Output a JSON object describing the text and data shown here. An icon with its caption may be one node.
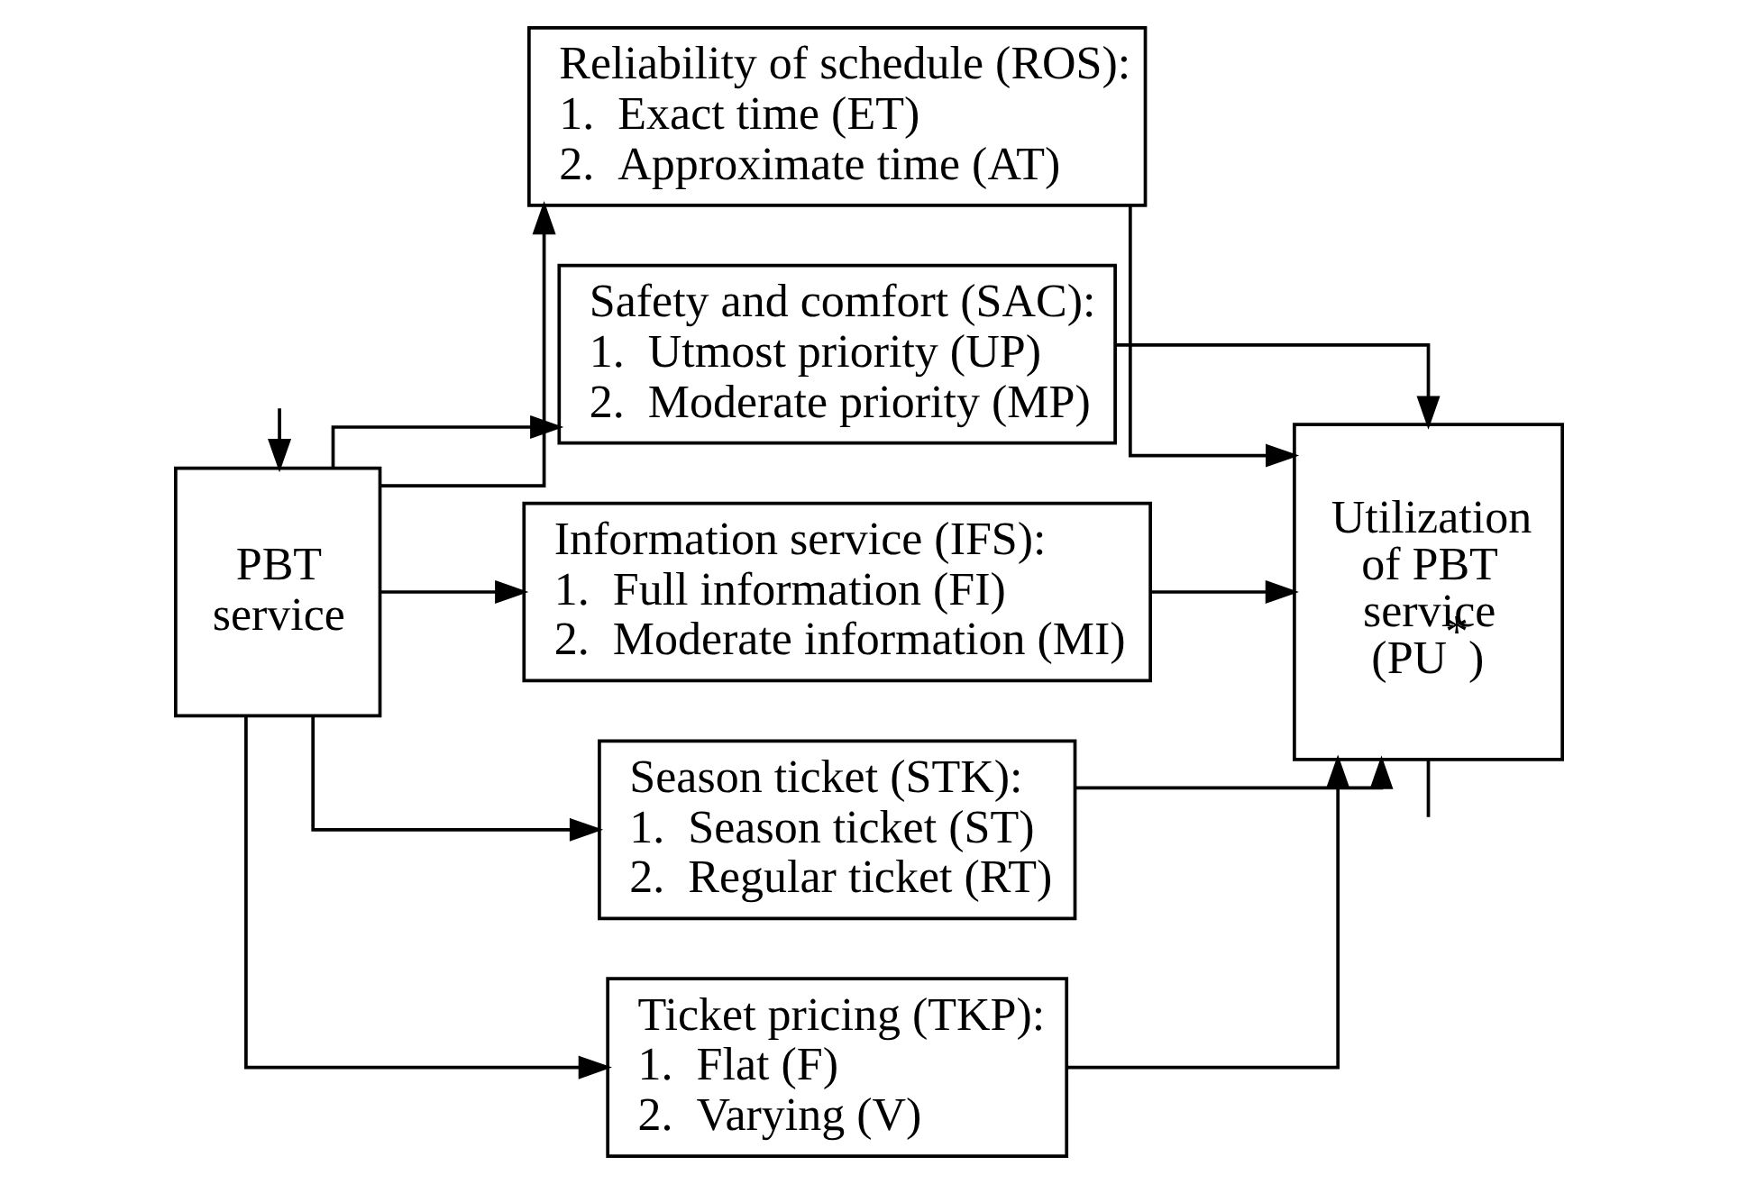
{
  "diagram": {
    "nodes": [
      {
        "text": [
          "PBT service"
        ]
      },
      {
        "text": [
          "Reliability of schedule (ROS):",
          "1.  Exact time (ET)",
          "2.  Approximate time (AT)"
        ]
      },
      {
        "text": [
          "Safety and comfort (SAC):",
          "1.  Utmost priority (UP)",
          "2.  Moderate priority (MP)"
        ]
      },
      {
        "text": [
          "Information service (IFS):",
          "1.  Full information (FI)",
          "2.  Moderate information (MI)"
        ]
      },
      {
        "text": [
          "Season ticket (STK):",
          "1.  Season ticket (ST)",
          "2.  Regular ticket (RT)"
        ]
      },
      {
        "text": [
          "Ticket pricing (TKP):",
          "1.  Flat (F)",
          "2.  Varying (V)"
        ]
      },
      {
        "text": [
          "Utilization of PBT service (PU$^{*}$)"
        ]
      }
    ],
    "edges": [
      {
        "from": 0,
        "to": 1,
        "arrow": "to"
      },
      {
        "from": 0,
        "to": 2,
        "arrow": "to"
      },
      {
        "from": 0,
        "to": 3,
        "arrow": "to"
      },
      {
        "from": 0,
        "to": 4,
        "arrow": "to"
      },
      {
        "from": 0,
        "to": 5,
        "arrow": "to"
      },
      {
        "from": 1,
        "to": 6,
        "arrow": "to"
      },
      {
        "from": 2,
        "to": 6,
        "arrow": "to"
      },
      {
        "from": 3,
        "to": 6,
        "arrow": "to"
      },
      {
        "from": 4,
        "to": 6,
        "arrow": "to"
      },
      {
        "from": 5,
        "to": 6,
        "arrow": "to"
      },
      {
        "from": null,
        "to": 0,
        "arrow": "to"
      },
      {
        "from": 6,
        "to": null,
        "arrow": "none"
      }
    ]
  }
}
